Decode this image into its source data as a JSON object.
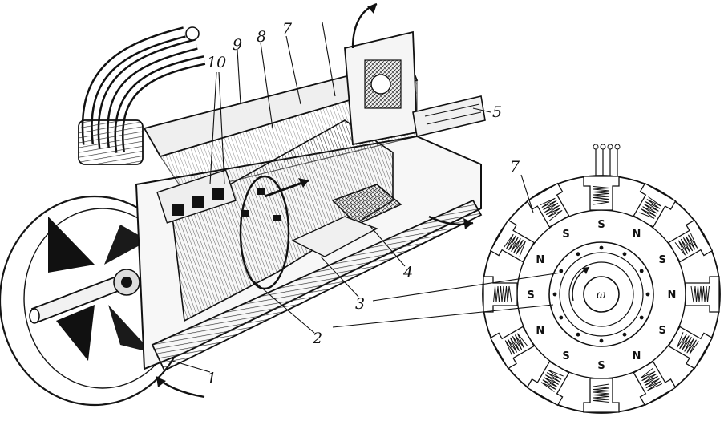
{
  "figure": {
    "labels": {
      "l1": "1",
      "l2": "2",
      "l3": "3",
      "l4": "4",
      "l5": "5",
      "l7a": "7",
      "l8": "8",
      "l9": "9",
      "l10": "10",
      "l7b": "7"
    },
    "rotor": {
      "symbol": "ω",
      "poles": [
        "S",
        "N",
        "S",
        "N",
        "S",
        "N",
        "S",
        "S",
        "N",
        "S",
        "N",
        "S"
      ]
    }
  }
}
